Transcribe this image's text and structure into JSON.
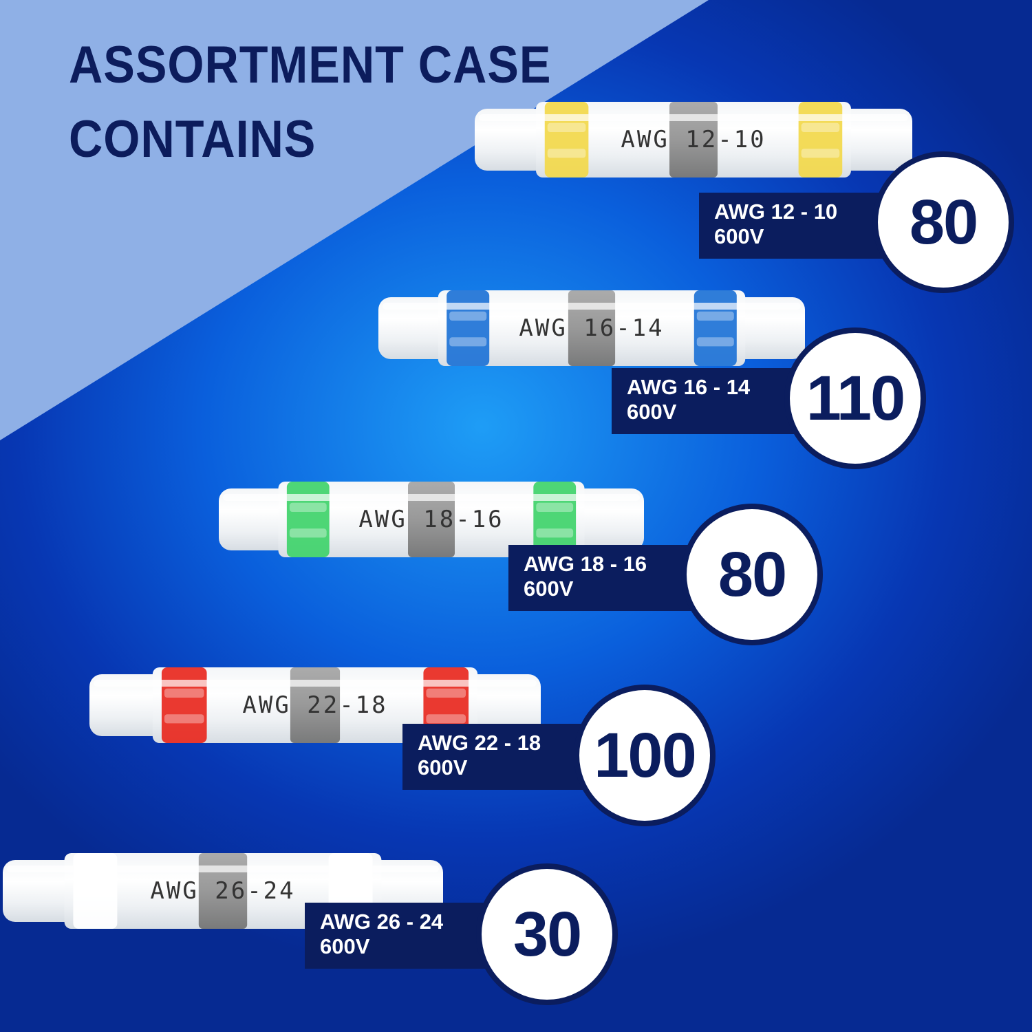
{
  "headline": {
    "line1": "ASSORTMENT CASE",
    "line2": "CONTAINS"
  },
  "colors": {
    "navy": "#0b1d5e",
    "light_panel": "#8fb0e6",
    "blue_bg": "#0a5fdc",
    "band_yellow": "#f2d84a",
    "band_blue": "#1d72d6",
    "band_green": "#3fd36a",
    "band_red": "#e8281e",
    "band_white": "#ffffff",
    "band_grey": "#8e8e8e"
  },
  "connectors": [
    {
      "tube_label": "AWG 12-10",
      "spec_line1": "AWG 12 - 10",
      "spec_line2": "600V",
      "count": "80",
      "band_color": "#f2d84a"
    },
    {
      "tube_label": "AWG 16-14",
      "spec_line1": "AWG 16 - 14",
      "spec_line2": "600V",
      "count": "110",
      "band_color": "#1d72d6"
    },
    {
      "tube_label": "AWG 18-16",
      "spec_line1": "AWG 18 - 16",
      "spec_line2": "600V",
      "count": "80",
      "band_color": "#3fd36a"
    },
    {
      "tube_label": "AWG 22-18",
      "spec_line1": "AWG 22 - 18",
      "spec_line2": "600V",
      "count": "100",
      "band_color": "#e8281e"
    },
    {
      "tube_label": "AWG 26-24",
      "spec_line1": "AWG 26 - 24",
      "spec_line2": "600V",
      "count": "30",
      "band_color": "#ffffff"
    }
  ]
}
